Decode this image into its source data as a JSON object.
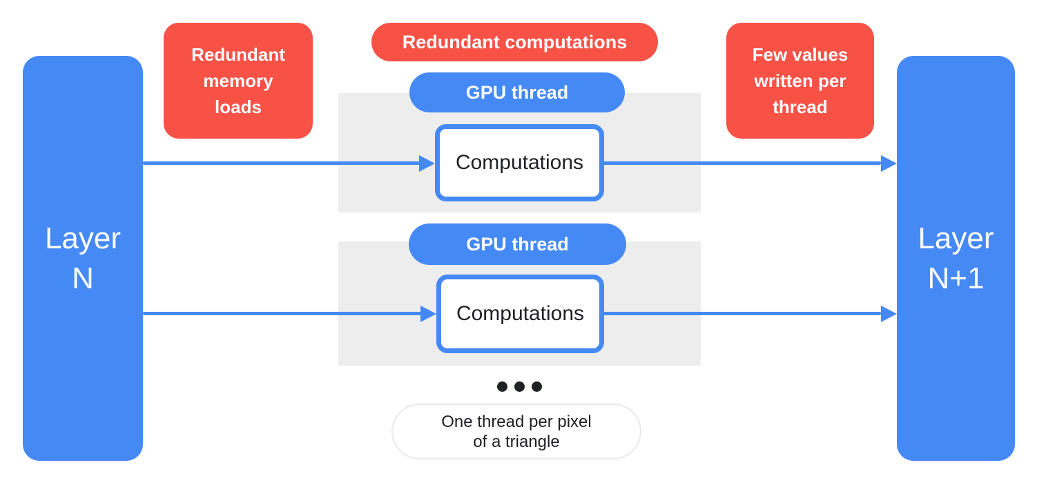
{
  "colors": {
    "blue": "#4589F5",
    "red": "#F85146",
    "gray": "#EDEDED",
    "text_dark": "#202124",
    "pill_border": "#E8EAED",
    "white": "#FFFFFF"
  },
  "layers": {
    "left": "Layer\nN",
    "right": "Layer\nN+1"
  },
  "callouts": {
    "memory": "Redundant\nmemory\nloads",
    "computations": "Redundant computations",
    "few_values": "Few values\nwritten per\nthread"
  },
  "threads": [
    {
      "pill_label": "GPU thread",
      "box_label": "Computations"
    },
    {
      "pill_label": "GPU thread",
      "box_label": "Computations"
    }
  ],
  "footnote": "One thread per pixel\nof a triangle"
}
